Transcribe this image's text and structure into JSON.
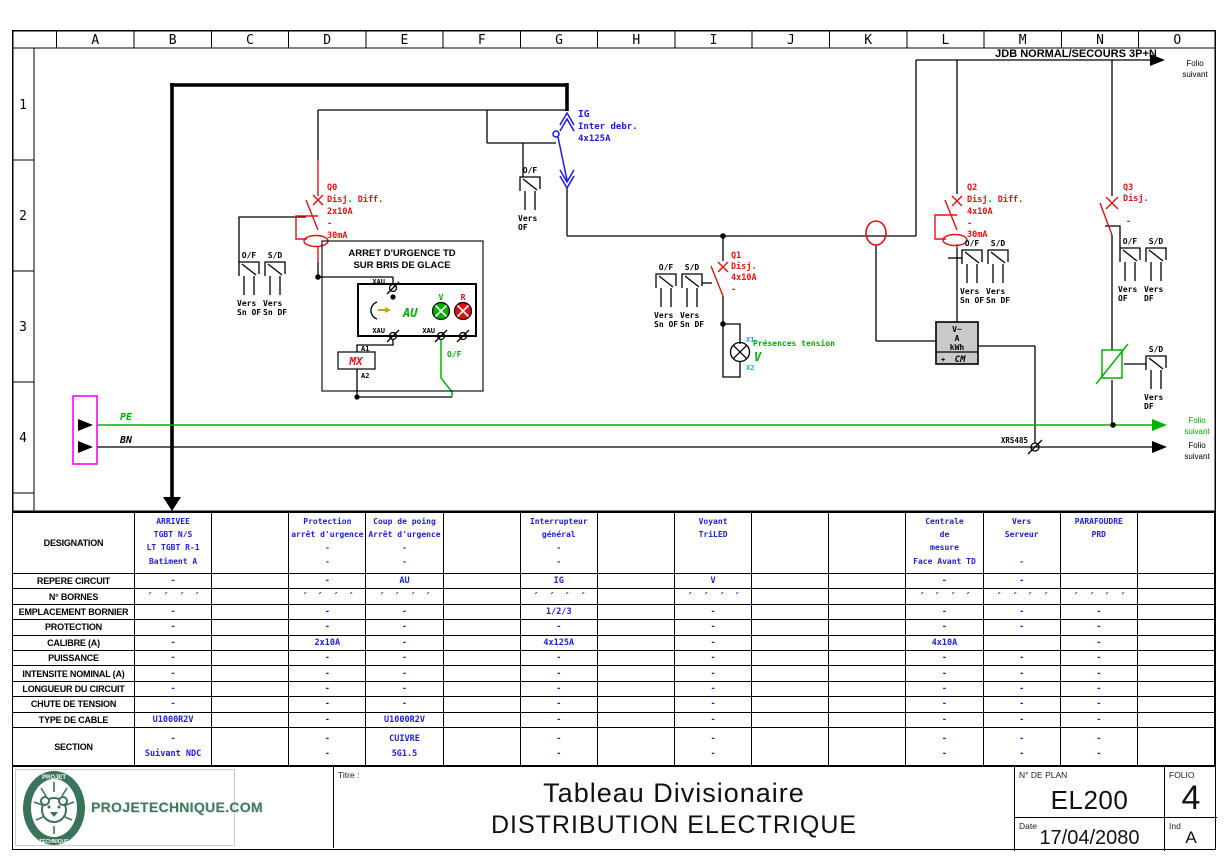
{
  "grid": {
    "columns": [
      "A",
      "B",
      "C",
      "D",
      "E",
      "F",
      "G",
      "H",
      "I",
      "J",
      "K",
      "L",
      "M",
      "N",
      "O"
    ],
    "rows": [
      "1",
      "2",
      "3",
      "4"
    ]
  },
  "schematic": {
    "jdb_label": "JDB NORMAL/SECOURS 3P+N",
    "folio": [
      "Folio",
      "suivant"
    ],
    "ig": {
      "id": "IG",
      "desc": "Inter debr.",
      "rating": "4x125A"
    },
    "q0": {
      "id": "Q0",
      "type": "Disj. Diff.",
      "rating": "2x10A",
      "dash": "-",
      "sens": "30mA"
    },
    "q1": {
      "id": "Q1",
      "type": "Disj.",
      "rating": "4x10A",
      "dash": "-"
    },
    "q2": {
      "id": "Q2",
      "type": "Disj. Diff.",
      "rating": "4x10A",
      "dash": "-",
      "sens": "30mA"
    },
    "q3": {
      "id": "Q3",
      "type": "Disj.",
      "dash": "-"
    },
    "au": {
      "title1": "ARRET D'URGENCE TD",
      "title2": "SUR BRIS DE GLACE",
      "xau": "XAU",
      "button": "AU",
      "lamp_v": "V",
      "lamp_r": "R",
      "of": "O/F",
      "coil": "MX",
      "a1": "A1",
      "a2": "A2"
    },
    "lamp": {
      "x1": "X1",
      "x2": "X2",
      "note": "Présences tension",
      "v": "V"
    },
    "cm": {
      "l1": "V~",
      "l2": "A",
      "l3": "kWh",
      "name": "CM",
      "plus": "+"
    },
    "pe": "PE",
    "bn": "BN",
    "xrs": "XRS485",
    "contacts": [
      {
        "top": "O/F",
        "l1": "Vers",
        "l2": "Sn OF"
      },
      {
        "top": "S/D",
        "l1": "Vers",
        "l2": "Sn DF"
      },
      {
        "top": "O/F",
        "l1": "Vers",
        "l2": "OF"
      },
      {
        "top": "O/F",
        "l1": "Vers",
        "l2": "Sn OF"
      },
      {
        "top": "S/D",
        "l1": "Vers",
        "l2": "Sn DF"
      },
      {
        "top": "O/F",
        "l1": "Vers",
        "l2": "Sn OF"
      },
      {
        "top": "S/D",
        "l1": "Vers",
        "l2": "Sn DF"
      },
      {
        "top": "O/F",
        "l1": "Vers",
        "l2": "OF"
      },
      {
        "top": "S/D",
        "l1": "Vers",
        "l2": "DF"
      },
      {
        "top": "S/D",
        "l1": "Vers",
        "l2": "DF"
      }
    ]
  },
  "table": {
    "bornes_tick": "′",
    "row_labels": [
      "DESIGNATION",
      "REPERE CIRCUIT",
      "N° BORNES",
      "EMPLACEMENT BORNIER",
      "PROTECTION",
      "CALIBRE (A)",
      "PUISSANCE",
      "INTENSITE NOMINAL (A)",
      "LONGUEUR DU CIRCUIT",
      "CHUTE DE TENSION",
      "TYPE DE CABLE",
      "SECTION"
    ],
    "columns": [
      {
        "key": "B",
        "des": [
          "ARRIVEE",
          "TGBT N/S",
          "LT TGBT R-1",
          "Batiment A"
        ],
        "repere": "-",
        "bornes": true,
        "empl": "-",
        "prot": "-",
        "cal": "-",
        "puis": "-",
        "inten": "-",
        "long": "-",
        "chute": "-",
        "cable": "U1000R2V",
        "sec": [
          "-",
          "Suivant NDC"
        ]
      },
      {
        "key": "C"
      },
      {
        "key": "D",
        "des": [
          "Protection",
          "arrêt d'urgence",
          "-",
          "-"
        ],
        "repere": "-",
        "bornes": true,
        "empl": "-",
        "prot": "-",
        "cal": "2x10A",
        "puis": "-",
        "inten": "-",
        "long": "-",
        "chute": "-",
        "cable": "-",
        "sec": [
          "-",
          "-"
        ]
      },
      {
        "key": "E",
        "des": [
          "Coup de poing",
          "Arrêt d'urgence",
          "-",
          "-"
        ],
        "repere": "AU",
        "bornes": true,
        "empl": "-",
        "prot": "-",
        "cal": "-",
        "puis": "-",
        "inten": "-",
        "long": "-",
        "chute": "-",
        "cable": "U1000R2V",
        "sec": [
          "CUIVRE",
          "5G1.5"
        ]
      },
      {
        "key": "F"
      },
      {
        "key": "G",
        "des": [
          "Interrupteur",
          "général",
          "-",
          "-"
        ],
        "repere": "IG",
        "bornes": true,
        "empl": "1/2/3",
        "prot": "-",
        "cal": "4x125A",
        "puis": "-",
        "inten": "-",
        "long": "-",
        "chute": "-",
        "cable": "-",
        "sec": [
          "-",
          "-"
        ]
      },
      {
        "key": "H"
      },
      {
        "key": "I",
        "des": [
          "Voyant",
          "TriLED",
          "",
          ""
        ],
        "repere": "V",
        "bornes": true,
        "empl": "-",
        "prot": "-",
        "cal": "-",
        "puis": "-",
        "inten": "-",
        "long": "-",
        "chute": "-",
        "cable": "-",
        "sec": [
          "-",
          "-"
        ]
      },
      {
        "key": "J"
      },
      {
        "key": "K"
      },
      {
        "key": "L",
        "des": [
          "Centrale",
          "de",
          "mesure",
          "Face Avant TD"
        ],
        "repere": "-",
        "bornes": true,
        "empl": "-",
        "prot": "-",
        "cal": "4x10A",
        "puis": "-",
        "inten": "-",
        "long": "-",
        "chute": "-",
        "cable": "-",
        "sec": [
          "-",
          "-"
        ]
      },
      {
        "key": "M",
        "des": [
          "Vers",
          "Serveur",
          "",
          "-"
        ],
        "repere": "-",
        "bornes": true,
        "empl": "-",
        "prot": "-",
        "cal": "",
        "puis": "-",
        "inten": "-",
        "long": "-",
        "chute": "-",
        "cable": "-",
        "sec": [
          "-",
          "-"
        ]
      },
      {
        "key": "N",
        "des": [
          "PARAFOUDRE",
          "PRD",
          "",
          ""
        ],
        "repere": "",
        "bornes": true,
        "empl": "-",
        "prot": "-",
        "cal": "-",
        "puis": "-",
        "inten": "-",
        "long": "-",
        "chute": "-",
        "cable": "-",
        "sec": [
          "-",
          "-"
        ]
      },
      {
        "key": "O"
      }
    ]
  },
  "titleblock": {
    "titre_label": "Titre :",
    "title1": "Tableau Divisionaire",
    "title2": "DISTRIBUTION ELECTRIQUE",
    "plan_label": "N° DE PLAN",
    "plan": "EL200",
    "folio_label": "FOLIO",
    "folio": "4",
    "date_label": "Date",
    "date": "17/04/2080",
    "ind_label": "Ind",
    "ind": "A",
    "logo_site": "PROJETECHNIQUE.COM",
    "logo_top": "PROJET",
    "logo_bottom": "TECHNIQUE"
  }
}
